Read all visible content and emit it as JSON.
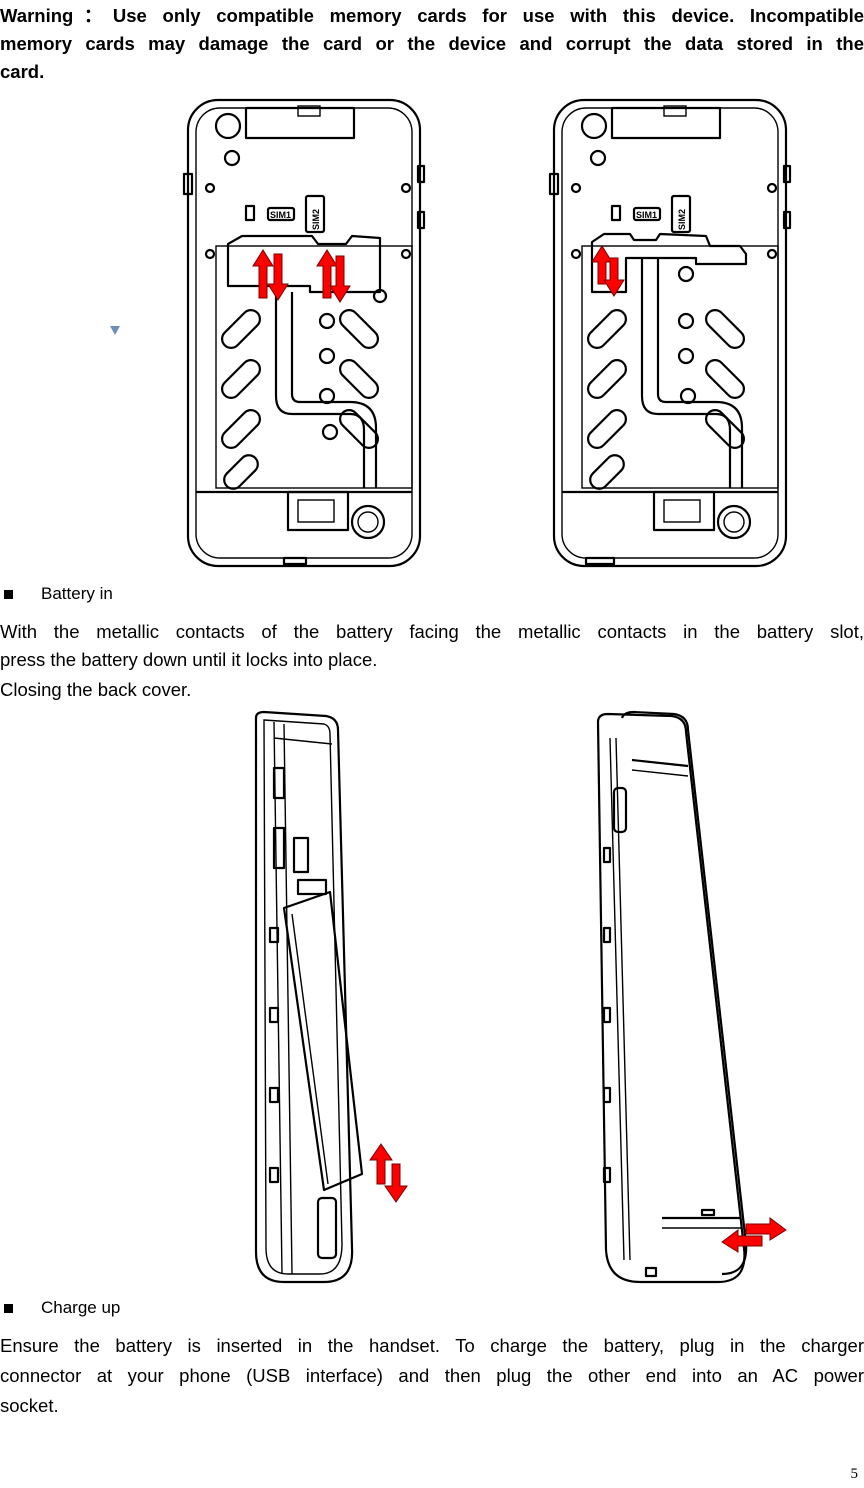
{
  "warning": {
    "label": "Warning：",
    "line1": "Use only compatible memory cards for use with this device. Incompatible",
    "line2": "memory cards may damage the card or the device and corrupt the data stored in the",
    "line3": "card."
  },
  "battery_section": {
    "heading": "Battery in",
    "body_line1": "With the metallic contacts of the battery facing the metallic contacts in the battery slot,",
    "body_line2": "press the battery down until it locks into place.",
    "body_line3": "Closing the back cover."
  },
  "charge_section": {
    "heading": "Charge up",
    "body_line1": "Ensure the battery is inserted in the handset. To charge the battery, plug in the charger",
    "body_line2": "connector at your phone (USB interface) and then plug the other end into an AC power",
    "body_line3": "socket."
  },
  "figure_labels": {
    "sim1": "SIM1",
    "sim2": "SIM2"
  },
  "page_number": "5",
  "colors": {
    "arrow": "#ff0000",
    "marker": "#6b8fb8"
  }
}
